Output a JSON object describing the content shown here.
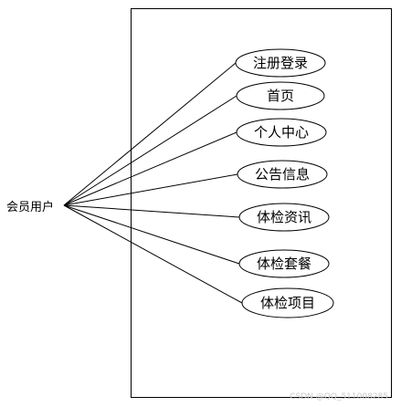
{
  "actor": {
    "label": "会员用户"
  },
  "use_cases": [
    {
      "id": "register-login",
      "label": "注册登录"
    },
    {
      "id": "home",
      "label": "首页"
    },
    {
      "id": "personal-center",
      "label": "个人中心"
    },
    {
      "id": "announcement",
      "label": "公告信息"
    },
    {
      "id": "checkup-news",
      "label": "体检资讯"
    },
    {
      "id": "checkup-package",
      "label": "体检套餐"
    },
    {
      "id": "checkup-item",
      "label": "体检项目"
    }
  ],
  "watermark": "CSDN @QQ_511008285",
  "colors": {
    "stroke": "#000000",
    "background": "#ffffff",
    "watermark": "#c8c8c8"
  }
}
